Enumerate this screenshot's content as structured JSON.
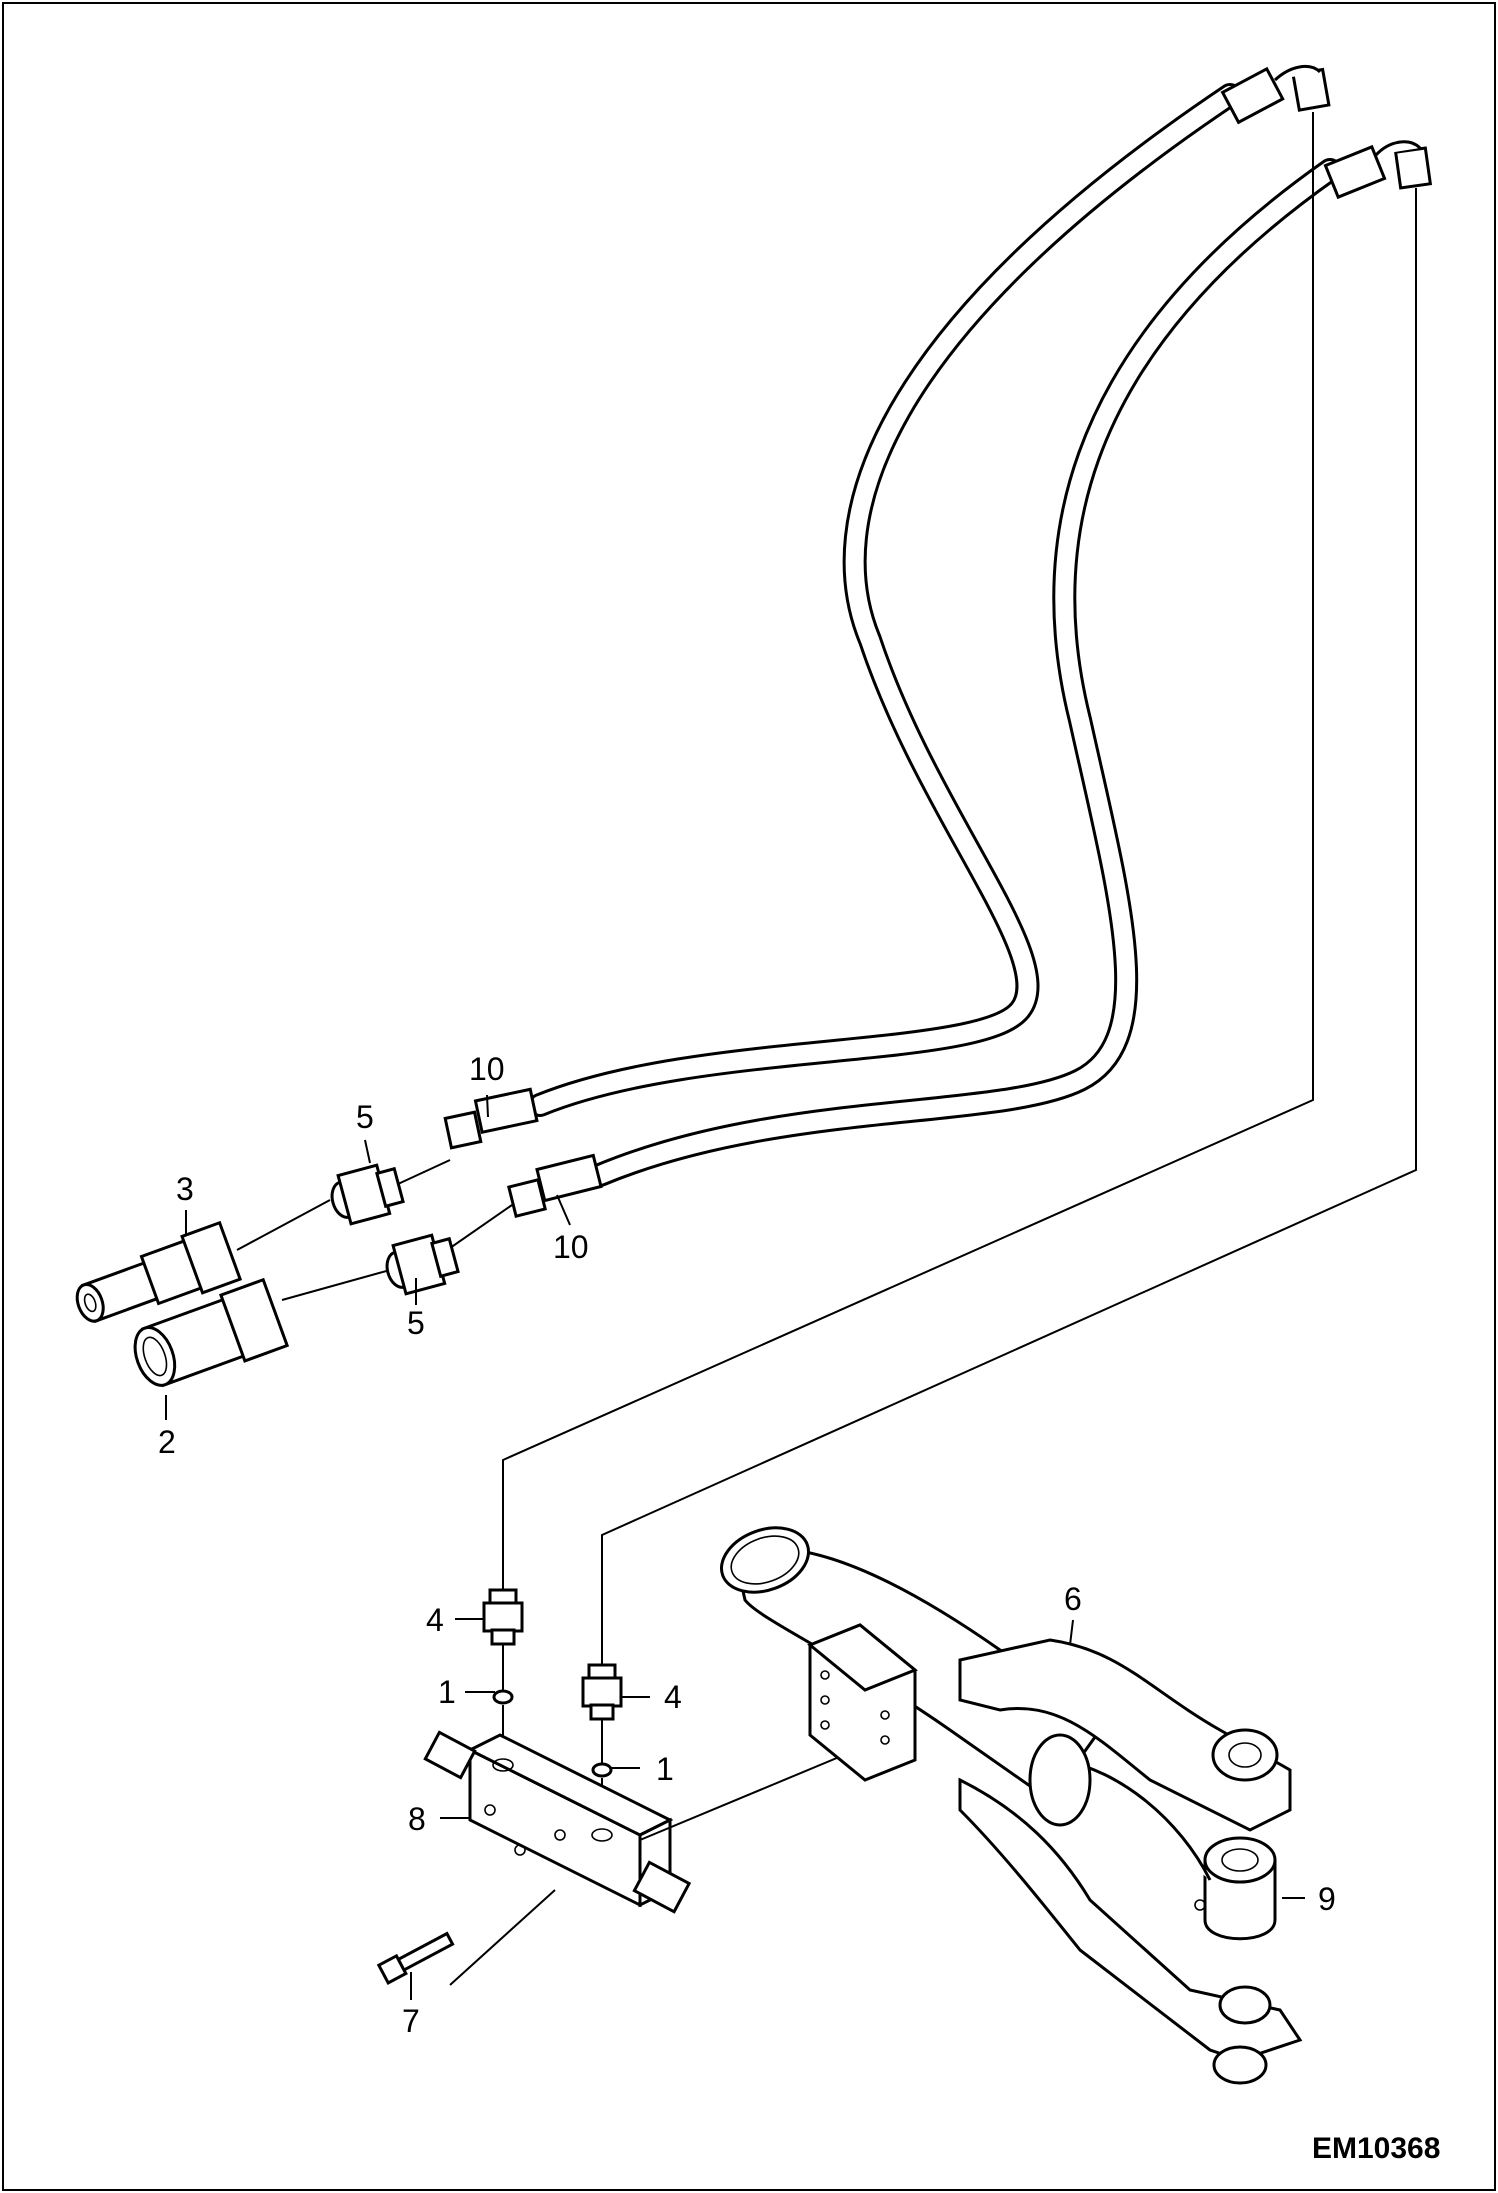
{
  "drawing_code": "EM10368",
  "callouts": [
    {
      "id": "callout-1-upper",
      "text": "1"
    },
    {
      "id": "callout-1-lower",
      "text": "1"
    },
    {
      "id": "callout-2",
      "text": "2"
    },
    {
      "id": "callout-3",
      "text": "3"
    },
    {
      "id": "callout-4-left",
      "text": "4"
    },
    {
      "id": "callout-4-right",
      "text": "4"
    },
    {
      "id": "callout-5-upper",
      "text": "5"
    },
    {
      "id": "callout-5-lower",
      "text": "5"
    },
    {
      "id": "callout-6",
      "text": "6"
    },
    {
      "id": "callout-7",
      "text": "7"
    },
    {
      "id": "callout-8",
      "text": "8"
    },
    {
      "id": "callout-9",
      "text": "9"
    },
    {
      "id": "callout-10-upper",
      "text": "10"
    },
    {
      "id": "callout-10-lower",
      "text": "10"
    }
  ]
}
